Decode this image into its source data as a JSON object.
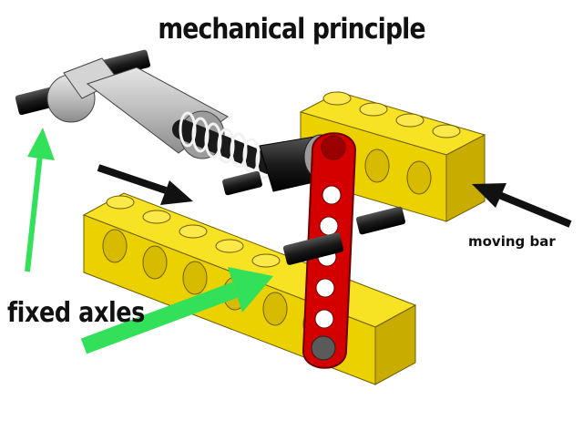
{
  "diagram": {
    "title": "mechanical principle",
    "labels": {
      "fixed_axles": "fixed axles",
      "moving_bar": "moving bar"
    },
    "colors": {
      "brick_yellow": "#f5dc00",
      "brick_shadow": "#c9ac00",
      "lever_red": "#d40000",
      "connector_gray": "#c0c0c0",
      "axle_black": "#1a1a1a",
      "arrow_green": "#33e05a",
      "arrow_black": "#111111"
    }
  }
}
